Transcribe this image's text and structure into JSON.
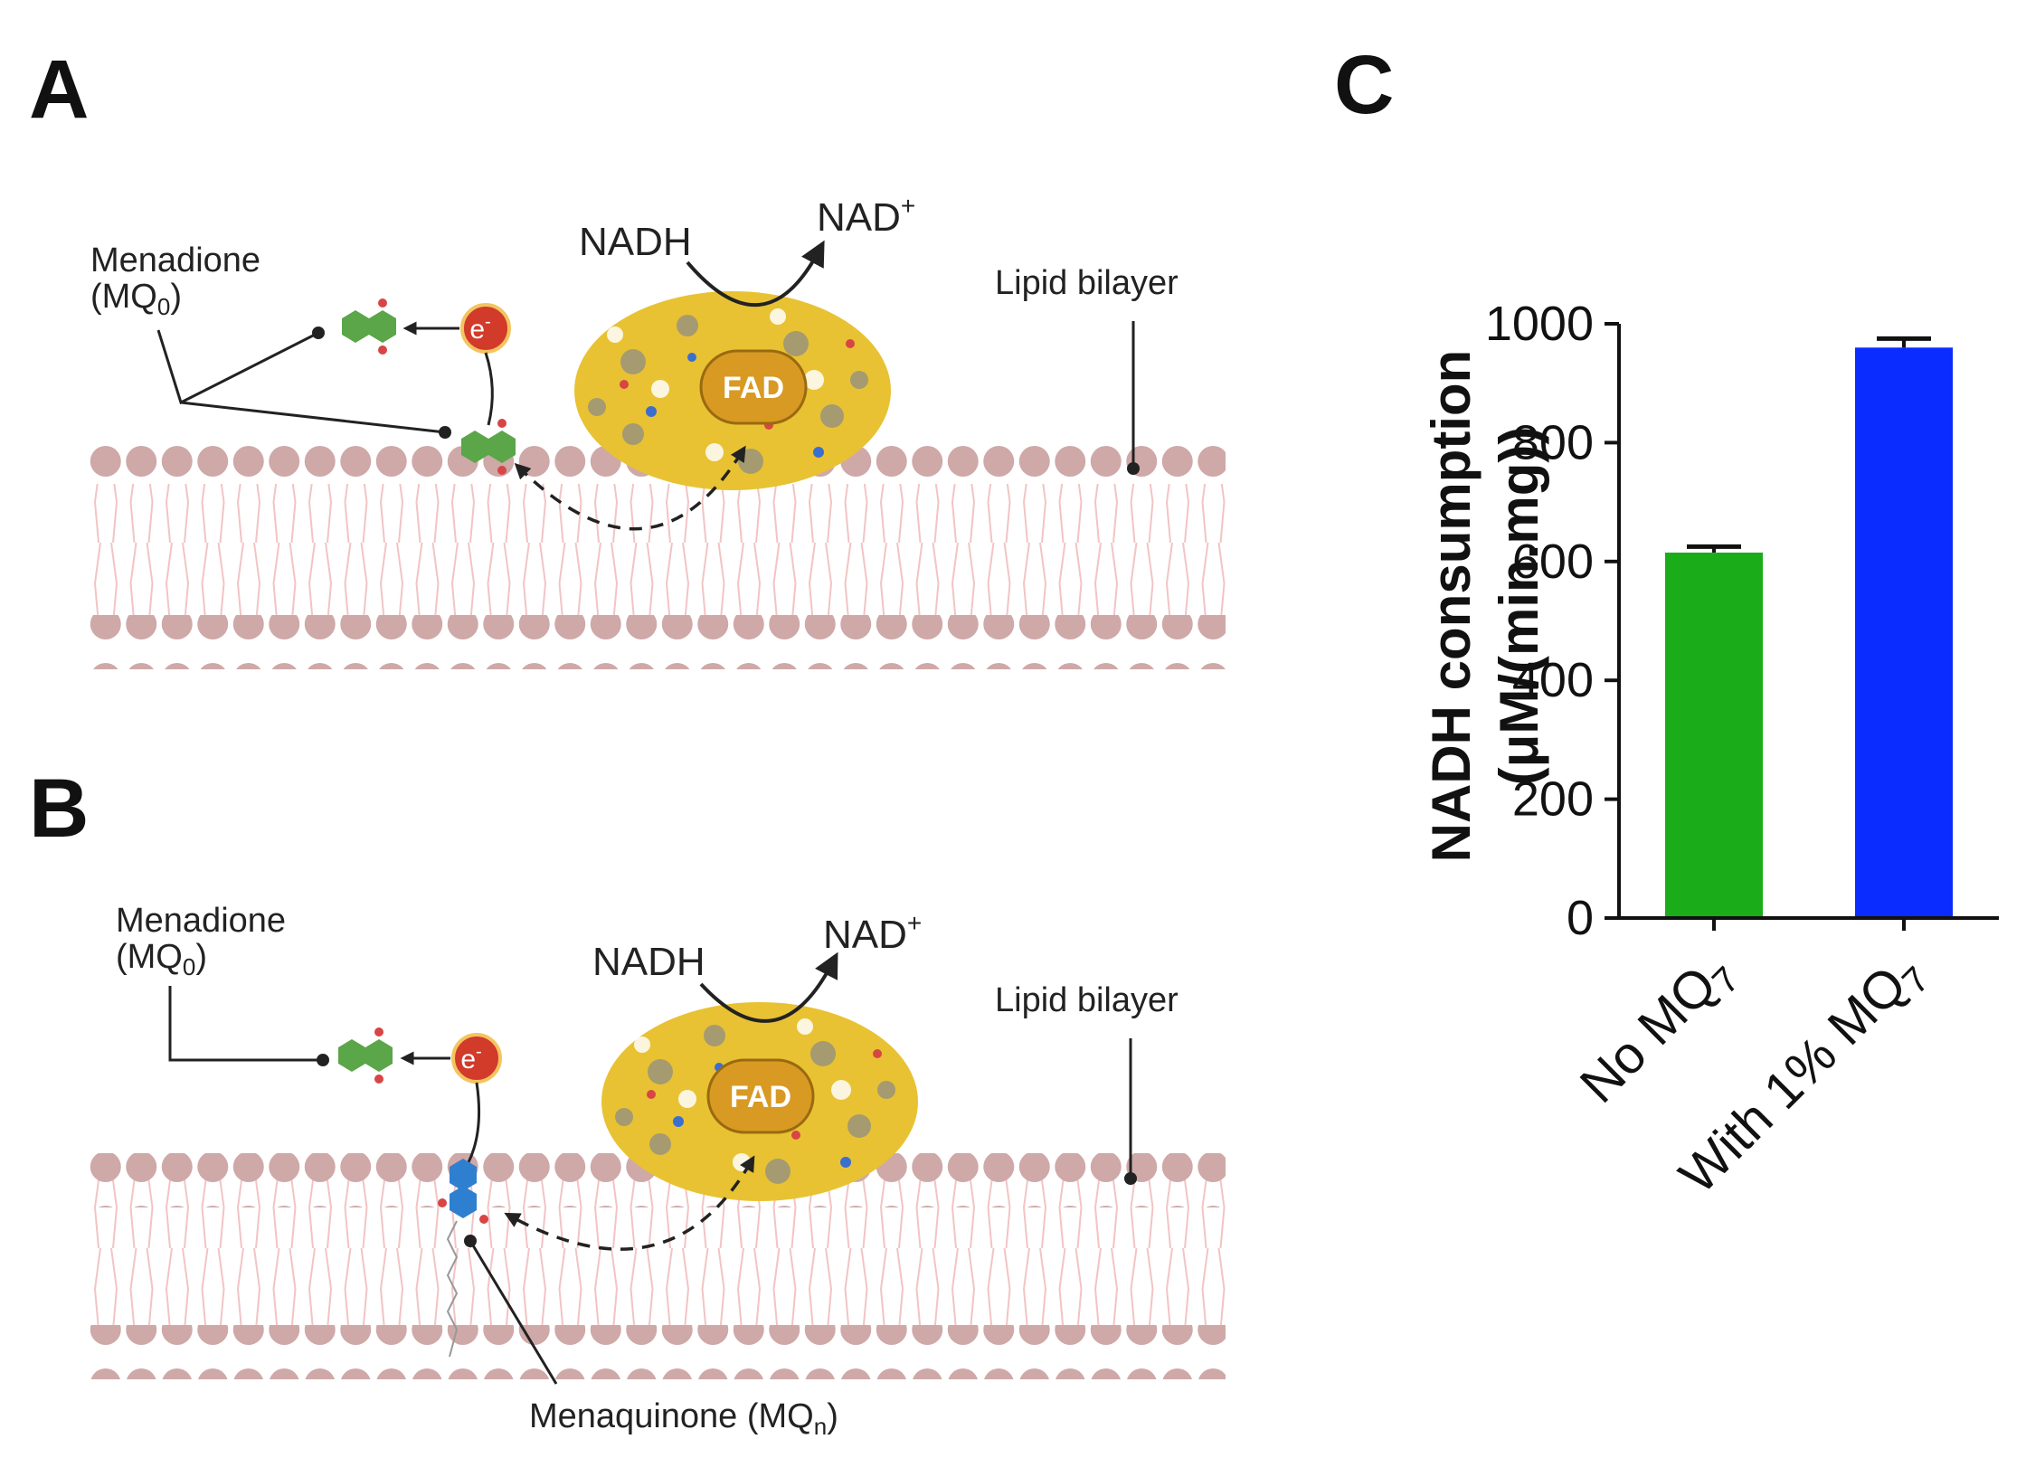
{
  "panels": {
    "A": {
      "letter": "A",
      "menadione_label_line1": "Menadione",
      "menadione_label_line2": "(MQ",
      "menadione_label_sub": "0",
      "menadione_label_close": ")",
      "nadh": "NADH",
      "nad_plus": "NAD",
      "nad_sup": "+",
      "fad": "FAD",
      "electron": "e",
      "electron_sup": "-",
      "lipid_bilayer": "Lipid bilayer"
    },
    "B": {
      "letter": "B",
      "menadione_label_line1": "Menadione",
      "menadione_label_line2": "(MQ",
      "menadione_label_sub": "0",
      "menadione_label_close": ")",
      "nadh": "NADH",
      "nad_plus": "NAD",
      "nad_sup": "+",
      "fad": "FAD",
      "electron": "e",
      "electron_sup": "-",
      "lipid_bilayer": "Lipid bilayer",
      "menaquinone_label": "Menaquinone (MQ",
      "menaquinone_sub": "n",
      "menaquinone_close": ")"
    },
    "C": {
      "letter": "C"
    }
  },
  "colors": {
    "lipid_head": "#cfa8a8",
    "lipid_tail": "#f2c4c4",
    "protein_yellow": "#e8c233",
    "fad": "#d89a23",
    "electron": "#d23a2a",
    "menadione": "#5aa648",
    "menaquinone": "#2f7fd0",
    "bar_no_mq": "#1aad19",
    "bar_with_mq": "#0a2cff"
  },
  "chart_data": {
    "type": "bar",
    "categories": [
      "No MQ7",
      "With 1% MQ7"
    ],
    "category_labels": [
      {
        "main": "No MQ",
        "sub": "7"
      },
      {
        "main": "With 1% MQ",
        "sub": "7"
      }
    ],
    "values": [
      615,
      960
    ],
    "errors": [
      10,
      15
    ],
    "ylim": [
      0,
      1000
    ],
    "yticks": [
      0,
      200,
      400,
      600,
      800,
      1000
    ],
    "ylabel_line1": "NADH consumption",
    "ylabel_line2": "(μM/(min.mg))",
    "bar_colors": [
      "#1aad19",
      "#0a2cff"
    ]
  }
}
